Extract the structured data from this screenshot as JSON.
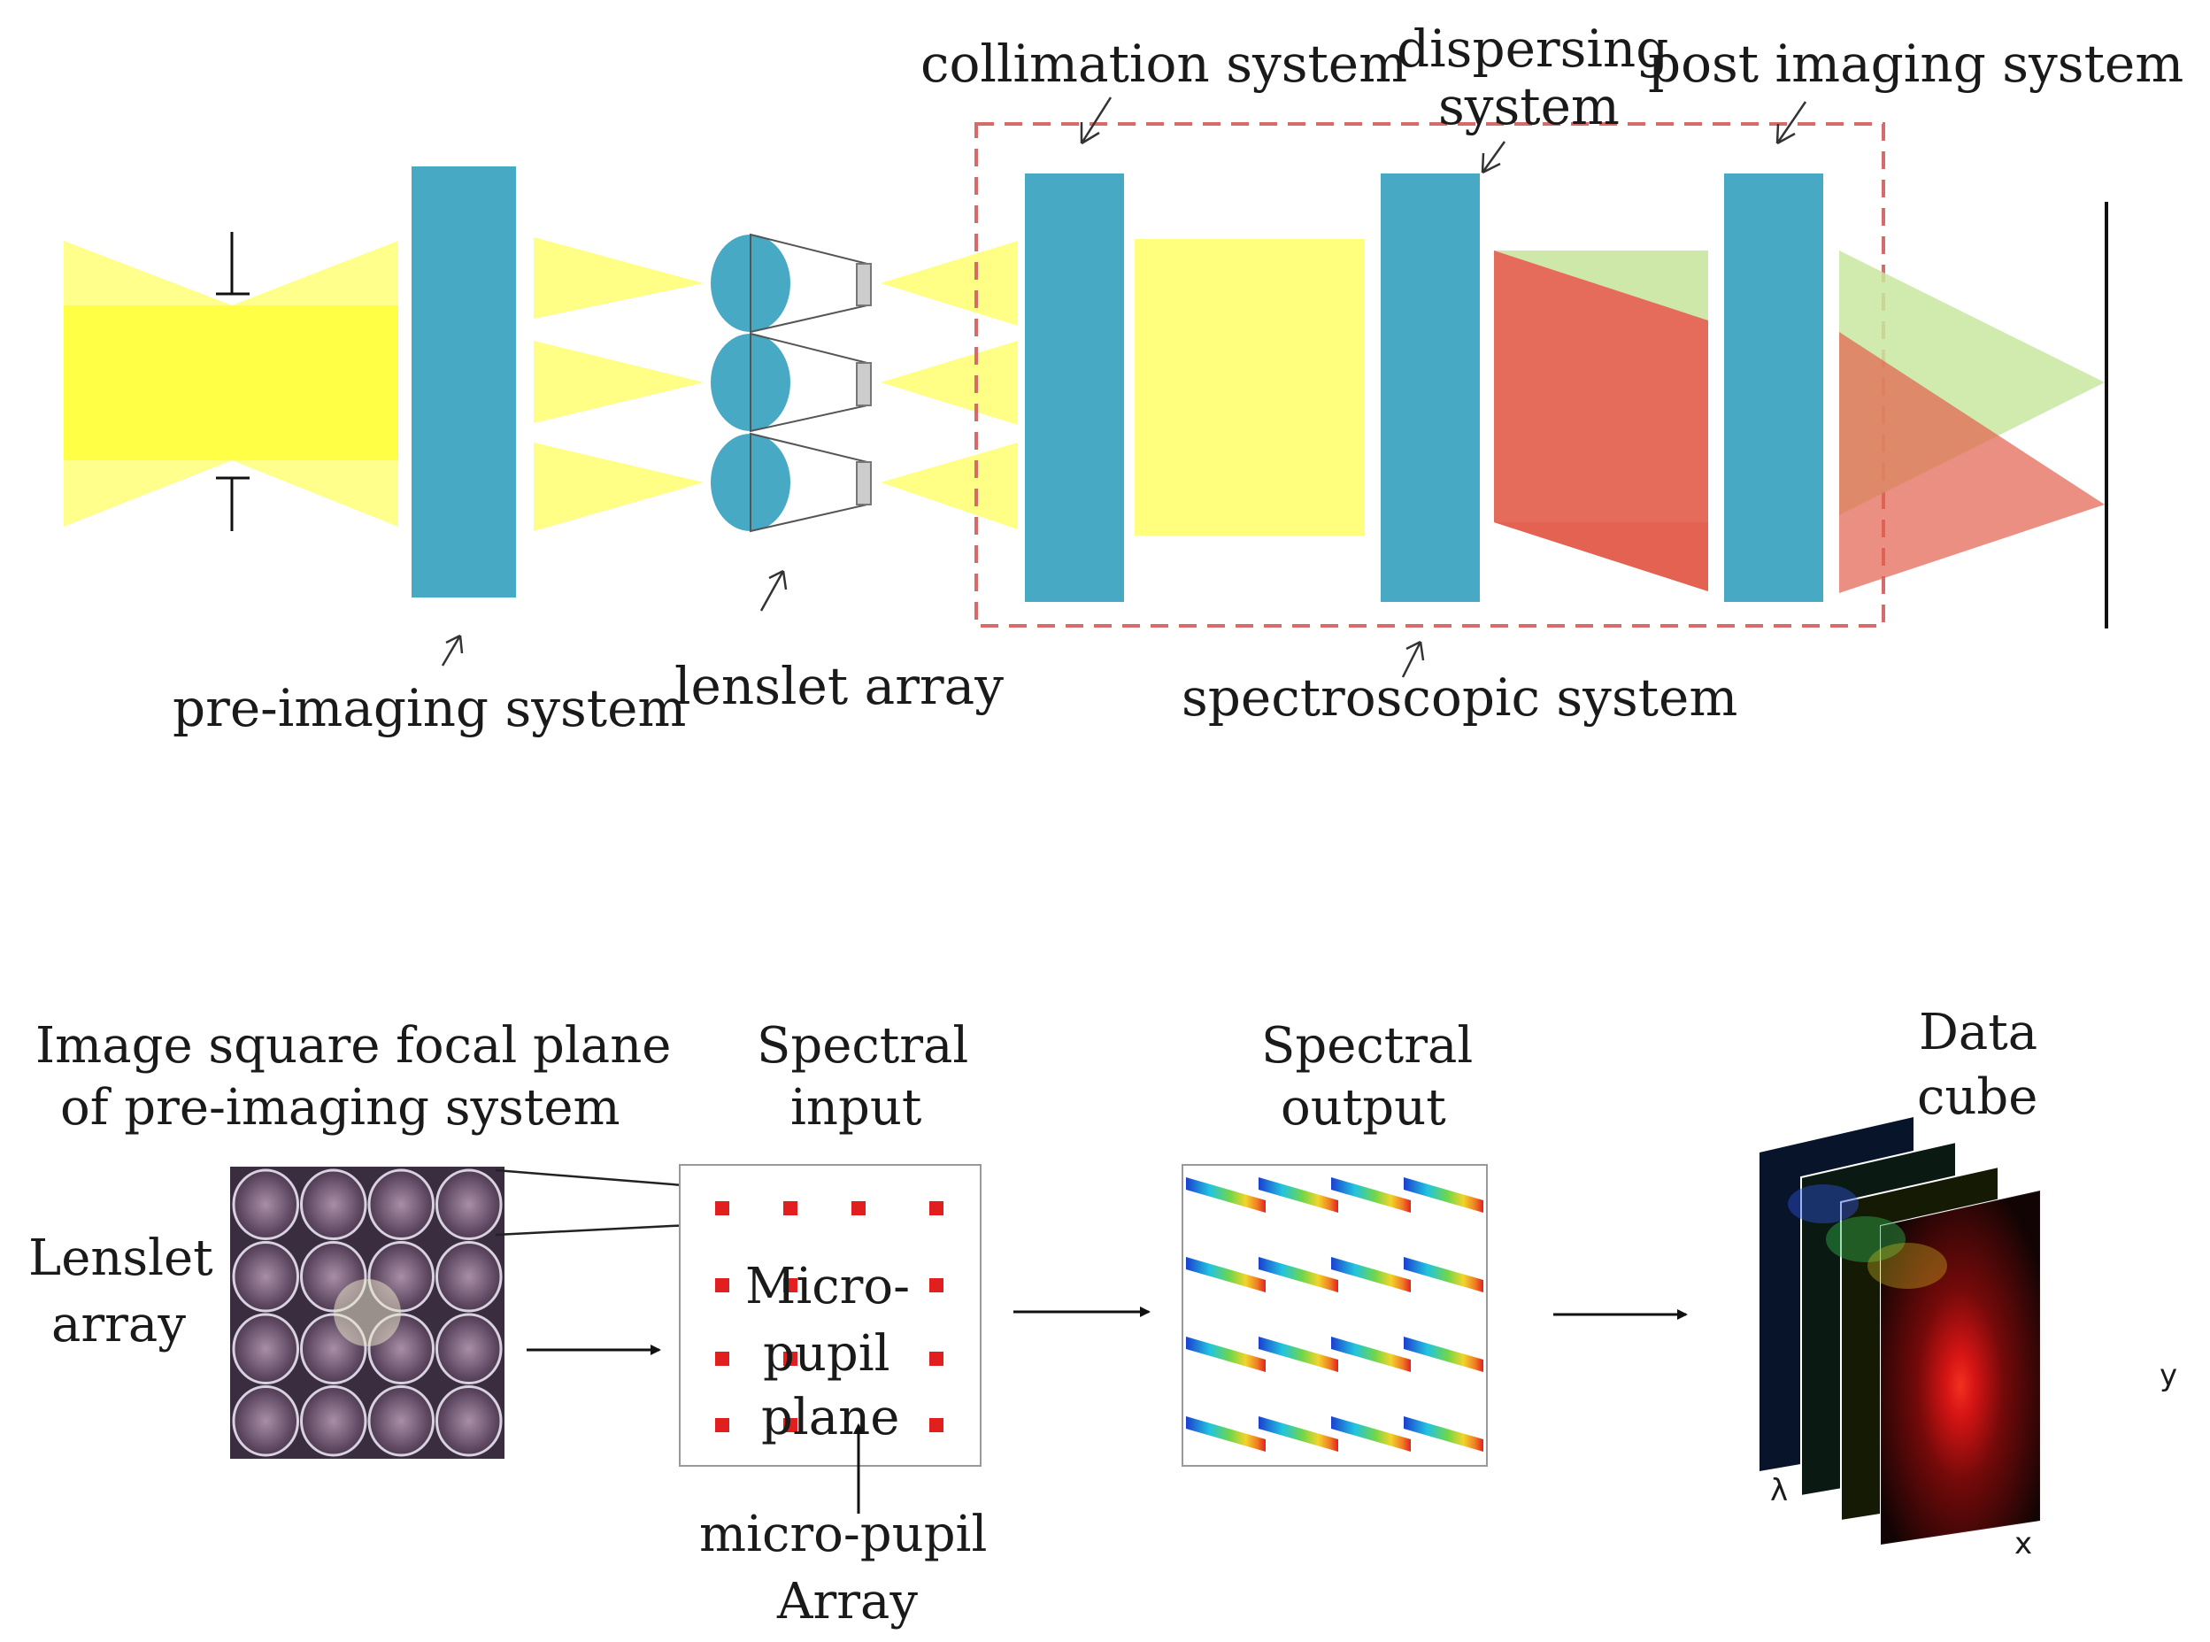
{
  "colors": {
    "component_blue": "#47a9c4",
    "beam_yellow": "#ffff66",
    "beam_red": "#e35f4d",
    "beam_green": "#c9e6a0",
    "beam_pink": "#f07575",
    "dashed_frame": "#d96a6a",
    "micro_pupil_dot": "#e11f1f"
  },
  "top_labels": {
    "collimation": "collimation system",
    "dispersing_line1": "dispersing",
    "dispersing_line2": "system",
    "post_imaging": "post imaging system",
    "pre_imaging": "pre-imaging system",
    "lenslet_array": "lenslet array",
    "spectroscopic": "spectroscopic system"
  },
  "bottom_labels": {
    "focal_plane_line1": "Image square focal plane",
    "focal_plane_line2": "of  pre-imaging system",
    "lenslet_line1": "Lenslet",
    "lenslet_line2": "array",
    "spectral_input_line1": "Spectral",
    "spectral_input_line2": "input",
    "micro_line1": "Micro-",
    "micro_line2": "pupil",
    "micro_line3": "plane",
    "micro_array_line1": "micro-pupil",
    "micro_array_line2": "Array",
    "spectral_output_line1": "Spectral",
    "spectral_output_line2": "output",
    "data_cube_line1": "Data",
    "data_cube_line2": "cube",
    "axis_y": "y",
    "axis_x": "x",
    "axis_lambda": "λ"
  }
}
